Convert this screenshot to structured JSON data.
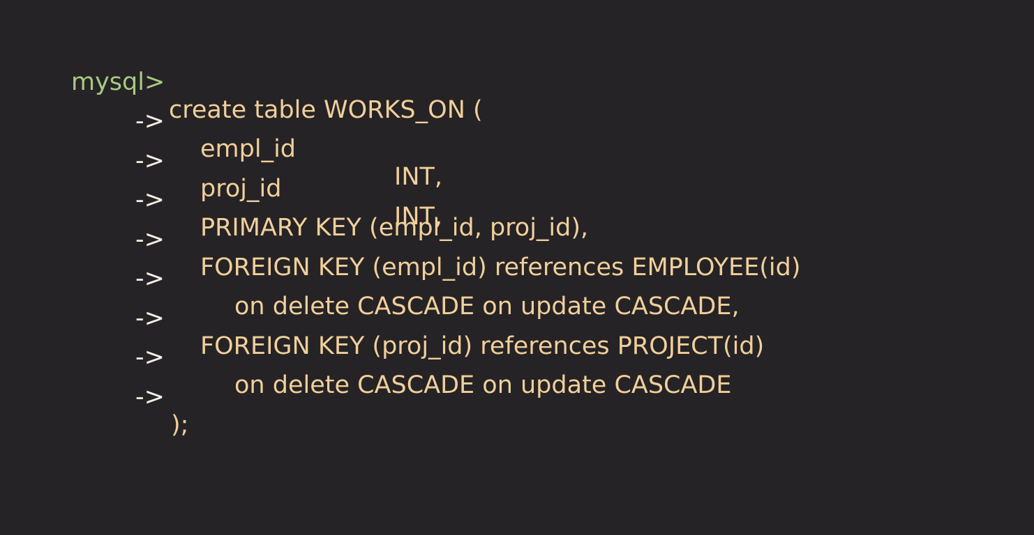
{
  "terminal": {
    "prompt": "mysql>",
    "continuation": "->",
    "line1": "create table WORKS_ON (",
    "line2_name": "empl_id",
    "line2_type": "INT,",
    "line3_name": "proj_id",
    "line3_type": "INT,",
    "line4": "PRIMARY KEY (empl_id, proj_id),",
    "line5": "FOREIGN KEY (empl_id) references EMPLOYEE(id)",
    "line6": "on delete CASCADE on update CASCADE,",
    "line7": "FOREIGN KEY (proj_id) references PROJECT(id)",
    "line8": "on delete CASCADE on update CASCADE",
    "line9": ");"
  },
  "colors": {
    "background": "#252325",
    "prompt": "#a8c983",
    "code": "#f1cf9b",
    "continuation": "#f5efe6"
  }
}
